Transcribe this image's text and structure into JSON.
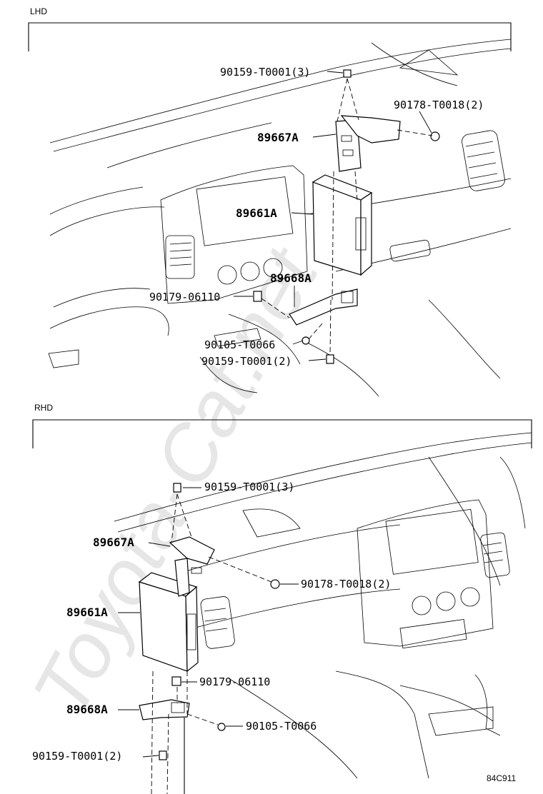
{
  "watermark": "Toyota-Cat.net",
  "diagram_code": "84C911",
  "sections": [
    {
      "label": "LHD",
      "callouts": [
        {
          "text": "90159-T0001(3)"
        },
        {
          "text": "90178-T0018(2)"
        },
        {
          "text": "89667A"
        },
        {
          "text": "89661A"
        },
        {
          "text": "89668A"
        },
        {
          "text": "90179-06110"
        },
        {
          "text": "90105-T0066"
        },
        {
          "text": "90159-T0001(2)"
        }
      ]
    },
    {
      "label": "RHD",
      "callouts": [
        {
          "text": "90159-T0001(3)"
        },
        {
          "text": "89667A"
        },
        {
          "text": "90178-T0018(2)"
        },
        {
          "text": "89661A"
        },
        {
          "text": "90179-06110"
        },
        {
          "text": "89668A"
        },
        {
          "text": "90105-T0066"
        },
        {
          "text": "90159-T0001(2)"
        }
      ]
    }
  ]
}
